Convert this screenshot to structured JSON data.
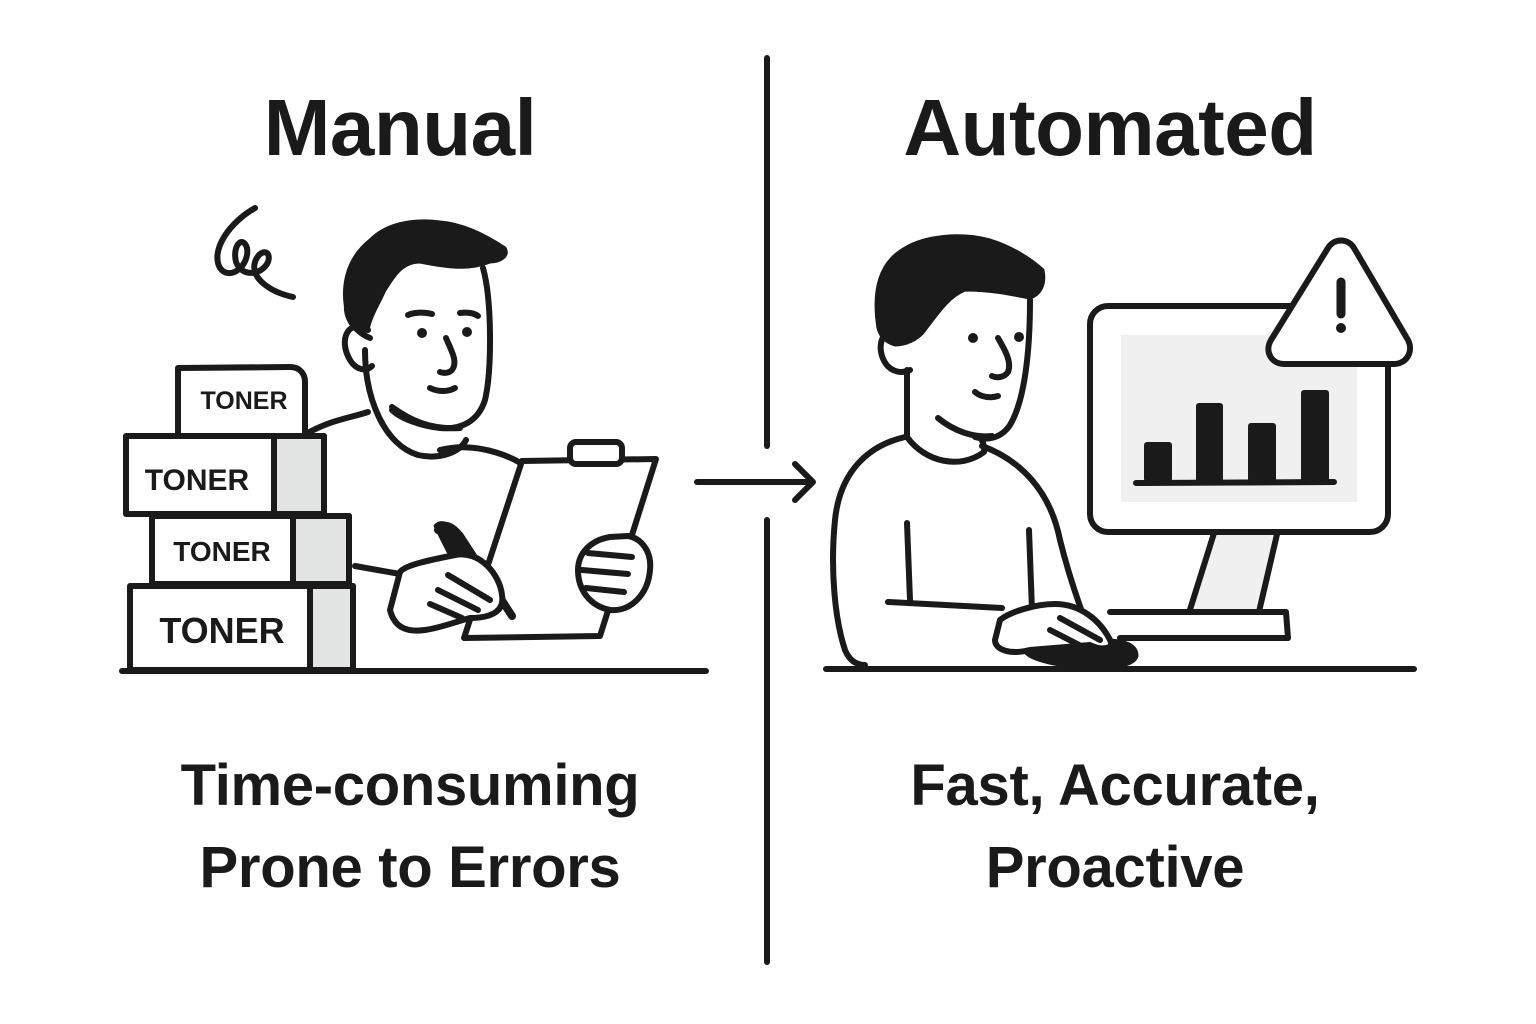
{
  "left_panel": {
    "title": "Manual",
    "caption_lines": [
      "Time-consuming",
      "Prone to Errors"
    ],
    "toner_boxes": [
      "TONER",
      "TONER",
      "TONER",
      "TONER"
    ]
  },
  "right_panel": {
    "title": "Automated",
    "caption_lines": [
      "Fast, Accurate,",
      "Proactive"
    ]
  },
  "icons": {
    "stress_scribble": "stress-scribble-icon",
    "warning": "warning-triangle-icon",
    "bar_chart": "bar-chart-icon",
    "arrow": "arrow-right-icon"
  },
  "colors": {
    "ink": "#1a1a1a",
    "background": "#ffffff",
    "light_fill": "#e1e4e3",
    "screen_fill": "#f0f0f0"
  }
}
